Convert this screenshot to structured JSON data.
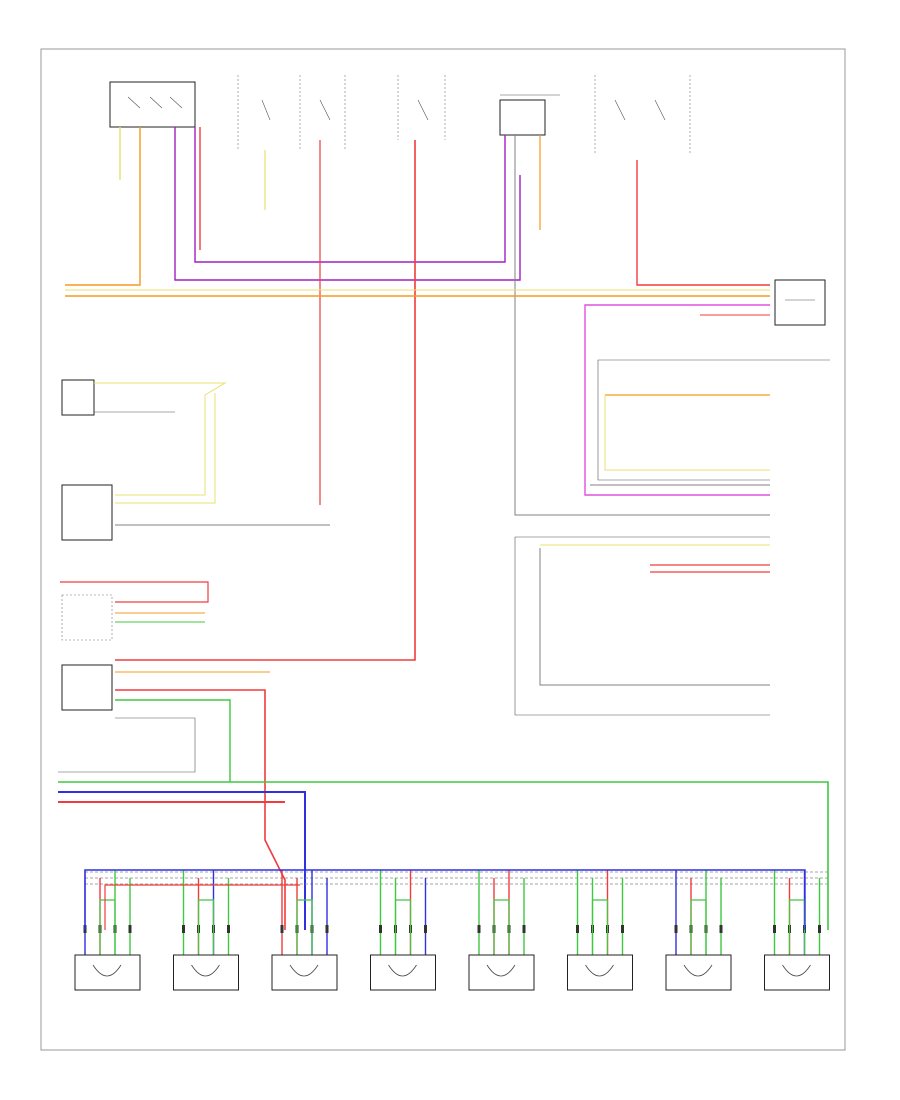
{
  "diagram": {
    "title": "",
    "page_marker": "",
    "colors": {
      "red": "#f03c3c",
      "orange": "#f59a1e",
      "yellow": "#e8e070",
      "purple": "#a020c0",
      "magenta": "#e050e0",
      "blue": "#3030e0",
      "green": "#40c840",
      "gray": "#909090",
      "black": "#222222"
    },
    "top_components": [
      {
        "id": "c1",
        "label": ""
      },
      {
        "id": "c2",
        "label": ""
      },
      {
        "id": "c3",
        "label": ""
      },
      {
        "id": "c4",
        "label": ""
      },
      {
        "id": "c5",
        "label": ""
      },
      {
        "id": "c6",
        "label": ""
      },
      {
        "id": "c7",
        "label": ""
      }
    ],
    "left_components": [
      {
        "id": "l1",
        "label": ""
      },
      {
        "id": "l2",
        "label": ""
      },
      {
        "id": "l3",
        "label": ""
      },
      {
        "id": "l4",
        "label": ""
      }
    ],
    "right_components": [
      {
        "id": "r1",
        "label": ""
      },
      {
        "id": "r2",
        "label": ""
      },
      {
        "id": "r3",
        "label": ""
      }
    ],
    "bottom_components": [
      {
        "id": "b1",
        "label": ""
      },
      {
        "id": "b2",
        "label": ""
      },
      {
        "id": "b3",
        "label": ""
      },
      {
        "id": "b4",
        "label": ""
      },
      {
        "id": "b5",
        "label": ""
      },
      {
        "id": "b6",
        "label": ""
      },
      {
        "id": "b7",
        "label": ""
      },
      {
        "id": "b8",
        "label": ""
      }
    ],
    "legend": {
      "items": [
        "",
        "",
        "",
        ""
      ]
    }
  }
}
